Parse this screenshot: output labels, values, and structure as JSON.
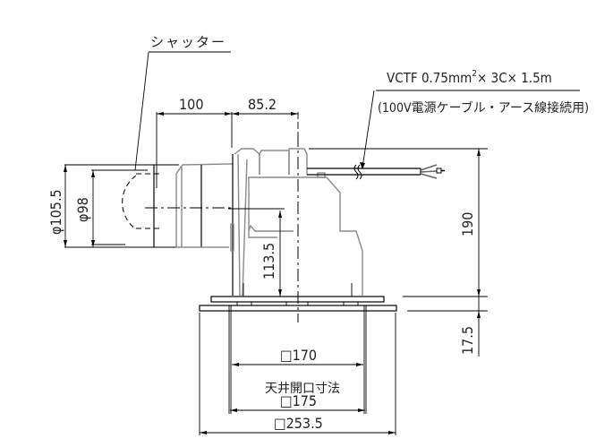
{
  "drawing": {
    "labels": {
      "shutter": "シャッター",
      "cable_spec_prefix": "VCTF 0.75mm",
      "cable_spec_sup": "2",
      "cable_spec_suffix": "× 3C× 1.5m",
      "cable_note": "(100V電源ケーブル・アース線接続用)",
      "ceiling_opening": "天井開口寸法"
    },
    "dimensions": {
      "horizontal_left": "100",
      "horizontal_right": "85.2",
      "diameter_outer": "φ105.5",
      "diameter_inner": "φ98",
      "height_total": "190",
      "height_mid": "113.5",
      "height_flange": "17.5",
      "square_inner": "□170",
      "square_opening": "□175",
      "square_outer": "□253.5"
    }
  }
}
